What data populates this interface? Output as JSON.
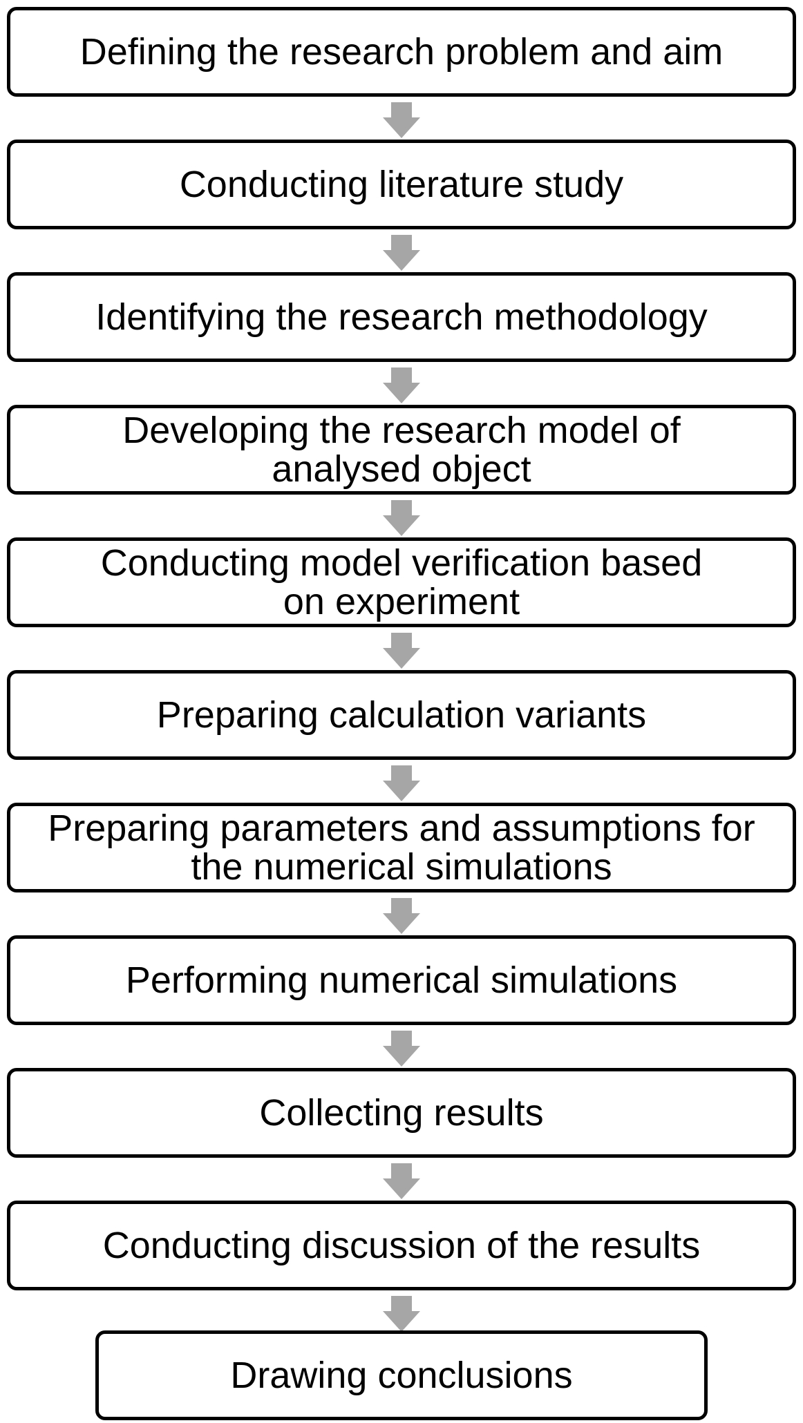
{
  "colors": {
    "box_border": "#000000",
    "box_fill": "#ffffff",
    "arrow": "#a6a6a6",
    "text": "#000000"
  },
  "steps": [
    {
      "label": "Defining the research problem and aim"
    },
    {
      "label": "Conducting literature study"
    },
    {
      "label": "Identifying the research methodology"
    },
    {
      "label": "Developing the research model of\nanalysed object"
    },
    {
      "label": "Conducting model verification based\non experiment"
    },
    {
      "label": "Preparing calculation variants"
    },
    {
      "label": "Preparing parameters and assumptions for\nthe numerical simulations"
    },
    {
      "label": "Performing numerical simulations"
    },
    {
      "label": "Collecting results"
    },
    {
      "label": "Conducting discussion of the results"
    },
    {
      "label": "Drawing conclusions"
    }
  ],
  "arrows": [
    {
      "from": 0,
      "to": 1,
      "icon": "down-arrow-icon"
    },
    {
      "from": 1,
      "to": 2,
      "icon": "down-arrow-icon"
    },
    {
      "from": 2,
      "to": 3,
      "icon": "down-arrow-icon"
    },
    {
      "from": 3,
      "to": 4,
      "icon": "down-arrow-icon"
    },
    {
      "from": 4,
      "to": 5,
      "icon": "down-arrow-icon"
    },
    {
      "from": 5,
      "to": 6,
      "icon": "down-arrow-icon"
    },
    {
      "from": 6,
      "to": 7,
      "icon": "down-arrow-icon"
    },
    {
      "from": 7,
      "to": 8,
      "icon": "down-arrow-icon"
    },
    {
      "from": 8,
      "to": 9,
      "icon": "down-arrow-icon"
    },
    {
      "from": 9,
      "to": 10,
      "icon": "down-arrow-icon"
    }
  ]
}
